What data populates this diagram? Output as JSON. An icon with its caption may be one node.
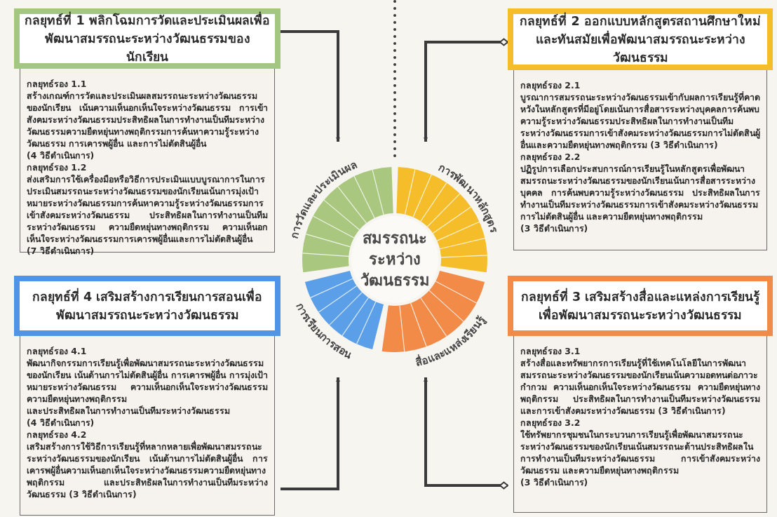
{
  "diagram": {
    "nodes": [
      {
        "text": [
          "กลยุทธ์ที่ 1 พลิกโฉมการวัดและประเมินผลเพื่อพัฒนาสมรรถนะระหว่างวัฒนธรรมของนักเรียน",
          "กลยุทธ์รอง 1.1",
          "สร้างเกณฑ์การวัดและประเมินผลสมรรถนะระหว่างวัฒนธรรมของนักเรียน เน้นความเห็นอกเห็นใจระหว่างวัฒนธรรม การเข้าสังคมระหว่างวัฒนธรรมประสิทธิผลในการทำงานเป็นทีมระหว่างวัฒนธรรมความยืดหยุ่นทางพฤติกรรมการค้นหาความรู้ระหว่างวัฒนธรรม การเคารพผู้อื่น และการไม่ตัดสินผู้อื่น",
          "(4 วิธีดำเนินการ)",
          "กลยุทธ์รอง 1.2",
          "ส่งเสริมการใช้เครื่องมือหรือวิธีการประเมินแบบบูรณาการในการประเมินสมรรถนะระหว่างวัฒนธรรมของนักเรียนเน้นการมุ่งเป้าหมายระหว่างวัฒนธรรมการค้นหาความรู้ระหว่างวัฒนธรรมการเข้าสังคมระหว่างวัฒนธรรม ประสิทธิผลในการทำงานเป็นทีมระหว่างวัฒนธรรม ความยืดหยุ่นทางพฤติกรรม ความเห็นอกเห็นใจระหว่างวัฒนธรรมการเคารพผู้อื่นและการไม่ตัดสินผู้อื่น",
          "(7 วิธีดำเนินการ)"
        ]
      },
      {
        "text": [
          "กลยุทธ์ที่ 2 ออกแบบหลักสูตรสถานศึกษาใหม่และทันสมัยเพื่อพัฒนาสมรรถนะระหว่างวัฒนธรรม",
          "กลยุทธ์รอง 2.1",
          "บูรณาการสมรรถนะระหว่างวัฒนธรรมเข้ากับผลการเรียนรู้ที่คาดหวังในหลักสูตรที่มีอยู่โดยเน้นการสื่อสารระหว่างบุคคลการค้นพบความรู้ระหว่างวัฒนธรรมประสิทธิผลในการทำงานเป็นทีมระหว่างวัฒนธรรมการเข้าสังคมระหว่างวัฒนธรรมการไม่ตัดสินผู้อื่นและความยืดหยุ่นทางพฤติกรรม (3 วิธีดำเนินการ)",
          "กลยุทธ์รอง 2.2",
          "ปฏิรูปการเลือกประสบการณ์การเรียนรู้ในหลักสูตรเพื่อพัฒนาสมรรถนะระหว่างวัฒนธรรมของนักเรียนเน้นการสื่อสารระหว่างบุคคล การค้นพบความรู้ระหว่างวัฒนธรรม ประสิทธิผลในการทำงานเป็นทีมระหว่างวัฒนธรรมการเข้าสังคมระหว่างวัฒนธรรมการไม่ตัดสินผู้อื่น และความยืดหยุ่นทางพฤติกรรม",
          "(3 วิธีดำเนินการ)"
        ]
      },
      {
        "text": [
          "กลยุทธ์ที่ 4 เสริมสร้างการเรียนการสอนเพื่อพัฒนาสมรรถนะระหว่างวัฒนธรรม",
          "กลยุทธ์รอง 4.1",
          "พัฒนากิจกรรมการเรียนรู้เพื่อพัฒนาสมรรถนะระหว่างวัฒนธรรมของนักเรียน เน้นด้านการไม่ตัดสินผู้อื่น การเคารพผู้อื่น การมุ่งเป้าหมายระหว่างวัฒนธรรม ความเห็นอกเห็นใจระหว่างวัฒนธรรม ความยืดหยุ่นทางพฤติกรรม",
          "และประสิทธิผลในการทำงานเป็นทีมระหว่างวัฒนธรรม",
          "(4 วิธีดำเนินการ)",
          "กลยุทธ์รอง 4.2",
          "เสริมสร้างการใช้วิธีการเรียนรู้ที่หลากหลายเพื่อพัฒนาสมรรถนะระหว่างวัฒนธรรมของนักเรียน เน้นด้านการไม่ตัดสินผู้อื่น การเคารพผู้อื่นความเห็นอกเห็นใจระหว่างวัฒนธรรมความยืดหยุ่นทางพฤติกรรม และประสิทธิผลในการทำงานเป็นทีมระหว่างวัฒนธรรม (3 วิธีดำเนินการ)"
        ]
      },
      {
        "text": [
          "กลยุทธ์ที่ 3 เสริมสร้างสื่อและแหล่งการเรียนรู้เพื่อพัฒนาสมรรถนะระหว่างวัฒนธรรม",
          "กลยุทธ์รอง 3.1",
          "สร้างสื่อและทรัพยากรการเรียนรู้ที่ใช้เทคโนโลยีในการพัฒนาสมรรถนะระหว่างวัฒนธรรมของนักเรียนเน้นความอดทนต่อภาวะกำกวม ความเห็นอกเห็นใจระหว่างวัฒนธรรม ความยืดหยุ่นทางพฤติกรรม ประสิทธิผลในการทำงานเป็นทีมระหว่างวัฒนธรรม และการเข้าสังคมระหว่างวัฒนธรรม (3 วิธีดำเนินการ)",
          "กลยุทธ์รอง 3.2",
          "ใช้ทรัพยากรชุมชนในกระบวนการเรียนรู้เพื่อพัฒนาสมรรถนะระหว่างวัฒนธรรมของนักเรียนเน้นสมรรถนะด้านประสิทธิผลในการทำงานเป็นทีมระหว่างวัฒนธรรม การเข้าสังคมระหว่างวัฒนธรรม และความยืดหยุ่นทางพฤติกรรม",
          "(3 วิธีดำเนินการ)"
        ]
      },
      {
        "text": [
          "สมรรถนะระหว่างวัฒนธรรม",
          "การวัดและประเมินผล",
          "การพัฒนาหลักสูตร",
          "สื่อและแหล่งเรียนรู้",
          "การเรียนการสอน"
        ]
      }
    ],
    "edges": [
      {
        "from": 0,
        "to": 4,
        "arrow": "to"
      },
      {
        "from": 1,
        "to": 4,
        "arrow": "to"
      },
      {
        "from": 2,
        "to": 4,
        "arrow": "to"
      },
      {
        "from": 3,
        "to": 4,
        "arrow": "to"
      }
    ]
  }
}
